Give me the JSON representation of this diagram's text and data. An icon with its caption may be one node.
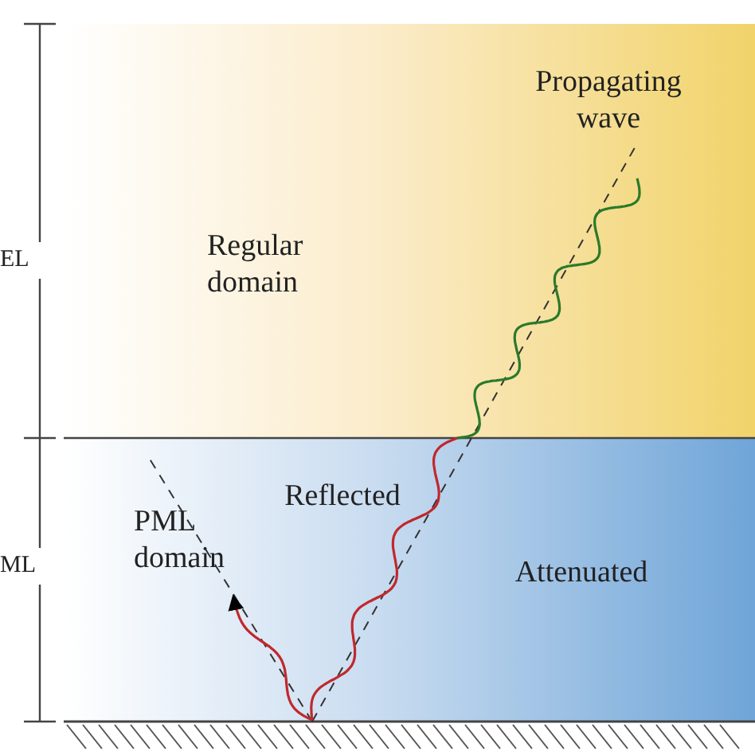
{
  "diagram": {
    "labels": [
      "EL",
      "Propagating wave",
      "Regular domain",
      "Reflected",
      "ML",
      "PML domain",
      "Attenuated"
    ]
  }
}
